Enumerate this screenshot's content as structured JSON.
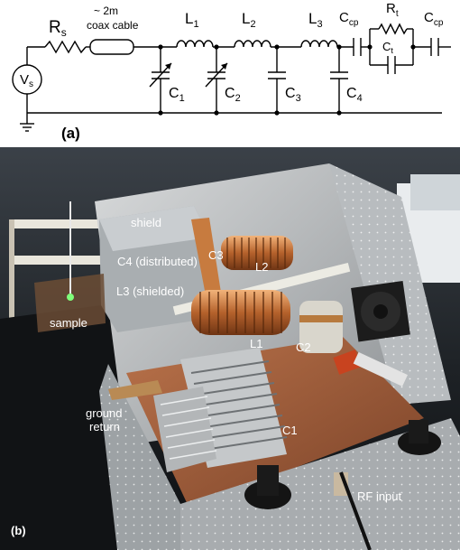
{
  "circuit": {
    "panel_label": "(a)",
    "source": {
      "main": "V",
      "sub": "s"
    },
    "rs": {
      "main": "R",
      "sub": "s"
    },
    "cable_line1": "~ 2m",
    "cable_line2": "coax cable",
    "l1": {
      "main": "L",
      "sub": "1"
    },
    "l2": {
      "main": "L",
      "sub": "2"
    },
    "l3": {
      "main": "L",
      "sub": "3"
    },
    "c1": {
      "main": "C",
      "sub": "1"
    },
    "c2": {
      "main": "C",
      "sub": "2"
    },
    "c3": {
      "main": "C",
      "sub": "3"
    },
    "c4": {
      "main": "C",
      "sub": "4"
    },
    "ccp_left": {
      "main": "C",
      "sub": "cp"
    },
    "ccp_right": {
      "main": "C",
      "sub": "cp"
    },
    "rt": {
      "main": "R",
      "sub": "t"
    },
    "ct": {
      "main": "C",
      "sub": "t"
    }
  },
  "photo": {
    "panel_label": "(b)",
    "labels": {
      "shield": "shield",
      "c4": "C4 (distributed)",
      "c3": "C3",
      "l2": "L2",
      "l3": "L3 (shielded)",
      "sample": "sample",
      "l1": "L1",
      "c2": "C2",
      "ground_line1": "ground",
      "ground_line2": "return",
      "c1": "C1",
      "rf_input": "RF input"
    }
  }
}
